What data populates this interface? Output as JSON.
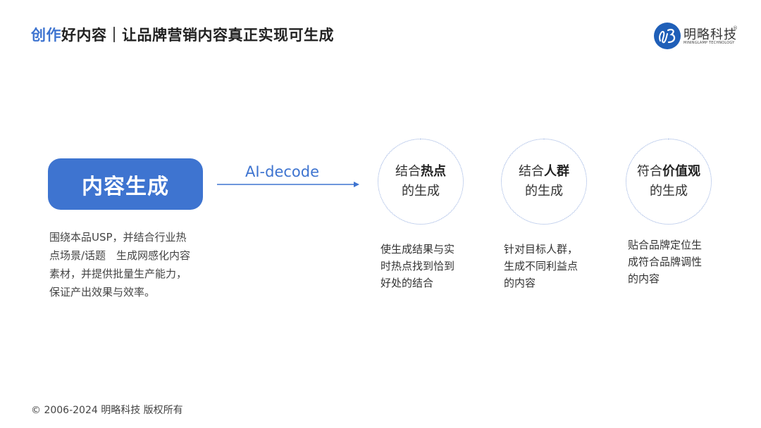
{
  "header": {
    "title_accent": "创作",
    "title_rest": "好内容｜让品牌营销内容真正实现可生成"
  },
  "logo": {
    "cn": "明略科技",
    "reg": "®",
    "en": "MININGLAMP TECHNOLOGY"
  },
  "main": {
    "pill_label": "内容生成",
    "description": "围绕本品USP，并结合行业热\n点场景/话题　生成网感化内容\n素材，并提供批量生产能力，\n保证产出效果与效率。"
  },
  "arrow": {
    "label": "AI-decode"
  },
  "colors": {
    "accent": "#3E74D0",
    "circle_border": "#8FA9DE",
    "logo_blue": "#1F5FB8"
  },
  "circles": [
    {
      "line1_prefix": "结合",
      "line1_bold": "热点",
      "line2": "的生成",
      "description": "使生成结果与实\n时热点找到恰到\n好处的结合"
    },
    {
      "line1_prefix": "结合",
      "line1_bold": "人群",
      "line2": "的生成",
      "description": "针对目标人群，\n生成不同利益点\n的内容"
    },
    {
      "line1_prefix": "符合",
      "line1_bold": "价值观",
      "line2": "的生成",
      "description": "贴合品牌定位生\n成符合品牌调性\n的内容"
    }
  ],
  "footer": {
    "copyright": "© 2006-2024 明略科技 版权所有"
  }
}
